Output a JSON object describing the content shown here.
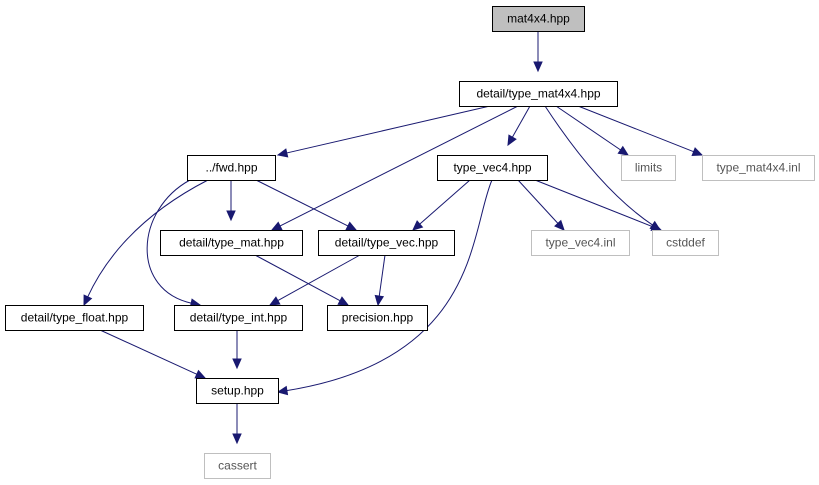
{
  "nodes": [
    {
      "id": "mat4x4",
      "label": "mat4x4.hpp",
      "kind": "root"
    },
    {
      "id": "type_mat4x4",
      "label": "detail/type_mat4x4.hpp",
      "kind": "internal"
    },
    {
      "id": "fwd",
      "label": "../fwd.hpp",
      "kind": "internal"
    },
    {
      "id": "type_vec4",
      "label": "type_vec4.hpp",
      "kind": "internal"
    },
    {
      "id": "limits",
      "label": "limits",
      "kind": "external"
    },
    {
      "id": "type_mat4x4_inl",
      "label": "type_mat4x4.inl",
      "kind": "external"
    },
    {
      "id": "type_mat",
      "label": "detail/type_mat.hpp",
      "kind": "internal"
    },
    {
      "id": "type_vec",
      "label": "detail/type_vec.hpp",
      "kind": "internal"
    },
    {
      "id": "type_vec4_inl",
      "label": "type_vec4.inl",
      "kind": "external"
    },
    {
      "id": "cstddef",
      "label": "cstddef",
      "kind": "external"
    },
    {
      "id": "type_float",
      "label": "detail/type_float.hpp",
      "kind": "internal"
    },
    {
      "id": "type_int",
      "label": "detail/type_int.hpp",
      "kind": "internal"
    },
    {
      "id": "precision",
      "label": "precision.hpp",
      "kind": "internal"
    },
    {
      "id": "setup",
      "label": "setup.hpp",
      "kind": "internal"
    },
    {
      "id": "cassert",
      "label": "cassert",
      "kind": "external"
    }
  ],
  "edges": [
    {
      "from": "mat4x4",
      "to": "type_mat4x4"
    },
    {
      "from": "type_mat4x4",
      "to": "fwd"
    },
    {
      "from": "type_mat4x4",
      "to": "type_vec4"
    },
    {
      "from": "type_mat4x4",
      "to": "limits"
    },
    {
      "from": "type_mat4x4",
      "to": "type_mat4x4_inl"
    },
    {
      "from": "type_mat4x4",
      "to": "type_mat"
    },
    {
      "from": "type_mat4x4",
      "to": "cstddef"
    },
    {
      "from": "fwd",
      "to": "type_mat"
    },
    {
      "from": "fwd",
      "to": "type_vec"
    },
    {
      "from": "fwd",
      "to": "type_float"
    },
    {
      "from": "fwd",
      "to": "type_int"
    },
    {
      "from": "type_vec4",
      "to": "type_vec"
    },
    {
      "from": "type_vec4",
      "to": "type_vec4_inl"
    },
    {
      "from": "type_vec4",
      "to": "cstddef"
    },
    {
      "from": "type_vec4",
      "to": "setup"
    },
    {
      "from": "type_mat",
      "to": "precision"
    },
    {
      "from": "type_vec",
      "to": "type_int"
    },
    {
      "from": "type_vec",
      "to": "precision"
    },
    {
      "from": "type_float",
      "to": "setup"
    },
    {
      "from": "type_int",
      "to": "setup"
    },
    {
      "from": "setup",
      "to": "cassert"
    }
  ],
  "colors": {
    "edge": "#191970",
    "root_fill": "#bfbfbf",
    "node_border": "#000000",
    "external_border": "#bfbfbf"
  }
}
